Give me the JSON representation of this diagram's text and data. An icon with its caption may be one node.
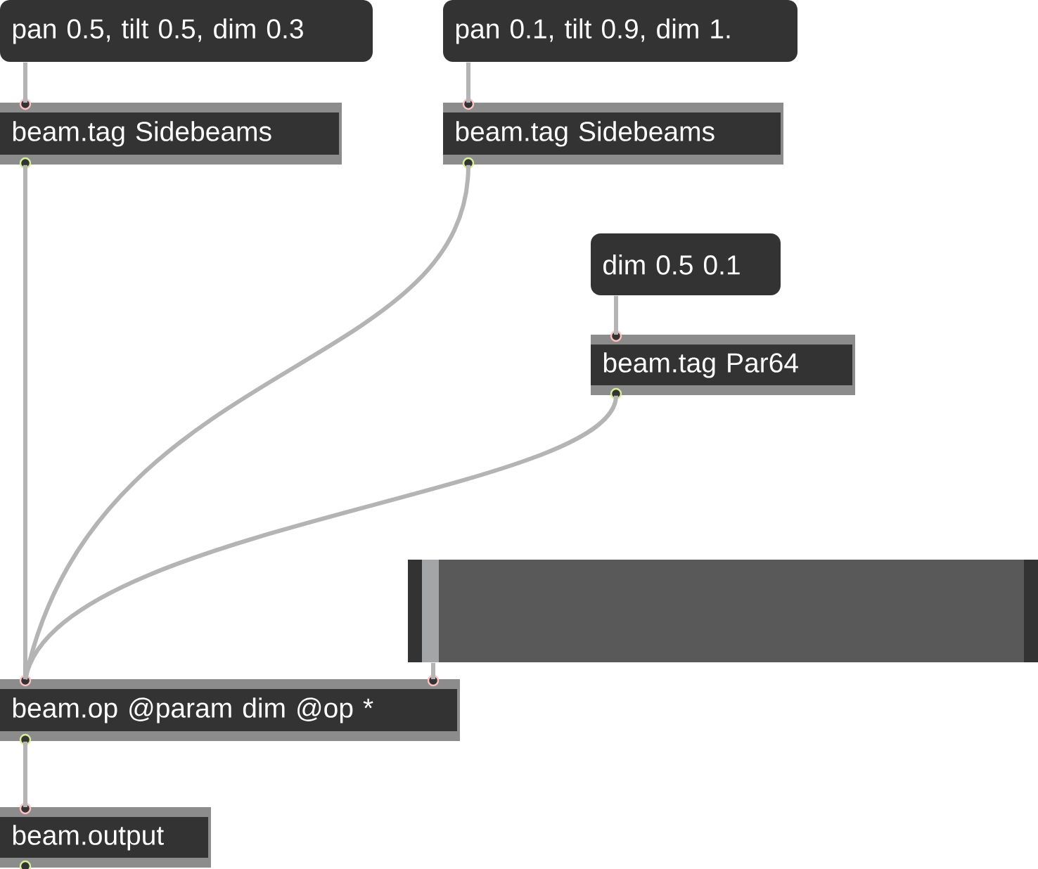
{
  "diagram": {
    "nodes": [
      {
        "text": [
          "pan 0.5, tilt 0.5, dim 0.3"
        ]
      },
      {
        "text": [
          "pan 0.1, tilt 0.9, dim 1."
        ]
      },
      {
        "text": [
          "beam.tag Sidebeams"
        ]
      },
      {
        "text": [
          "beam.tag Sidebeams"
        ]
      },
      {
        "text": [
          "dim 0.5 0.1"
        ]
      },
      {
        "text": [
          "beam.tag Par64"
        ]
      },
      {
        "text": [],
        "shape": "bar"
      },
      {
        "text": [
          "beam.op @param dim @op *"
        ]
      },
      {
        "text": [
          "beam.output"
        ]
      }
    ],
    "edges": [
      {
        "from": 0,
        "to": 2,
        "arrow": "none"
      },
      {
        "from": 1,
        "to": 3,
        "arrow": "none"
      },
      {
        "from": 4,
        "to": 5,
        "arrow": "none"
      },
      {
        "from": 2,
        "to": 7,
        "arrow": "none"
      },
      {
        "from": 3,
        "to": 7,
        "arrow": "none"
      },
      {
        "from": 5,
        "to": 7,
        "arrow": "none"
      },
      {
        "from": 6,
        "to": 7,
        "arrow": "none"
      },
      {
        "from": 7,
        "to": 8,
        "arrow": "none"
      }
    ]
  }
}
